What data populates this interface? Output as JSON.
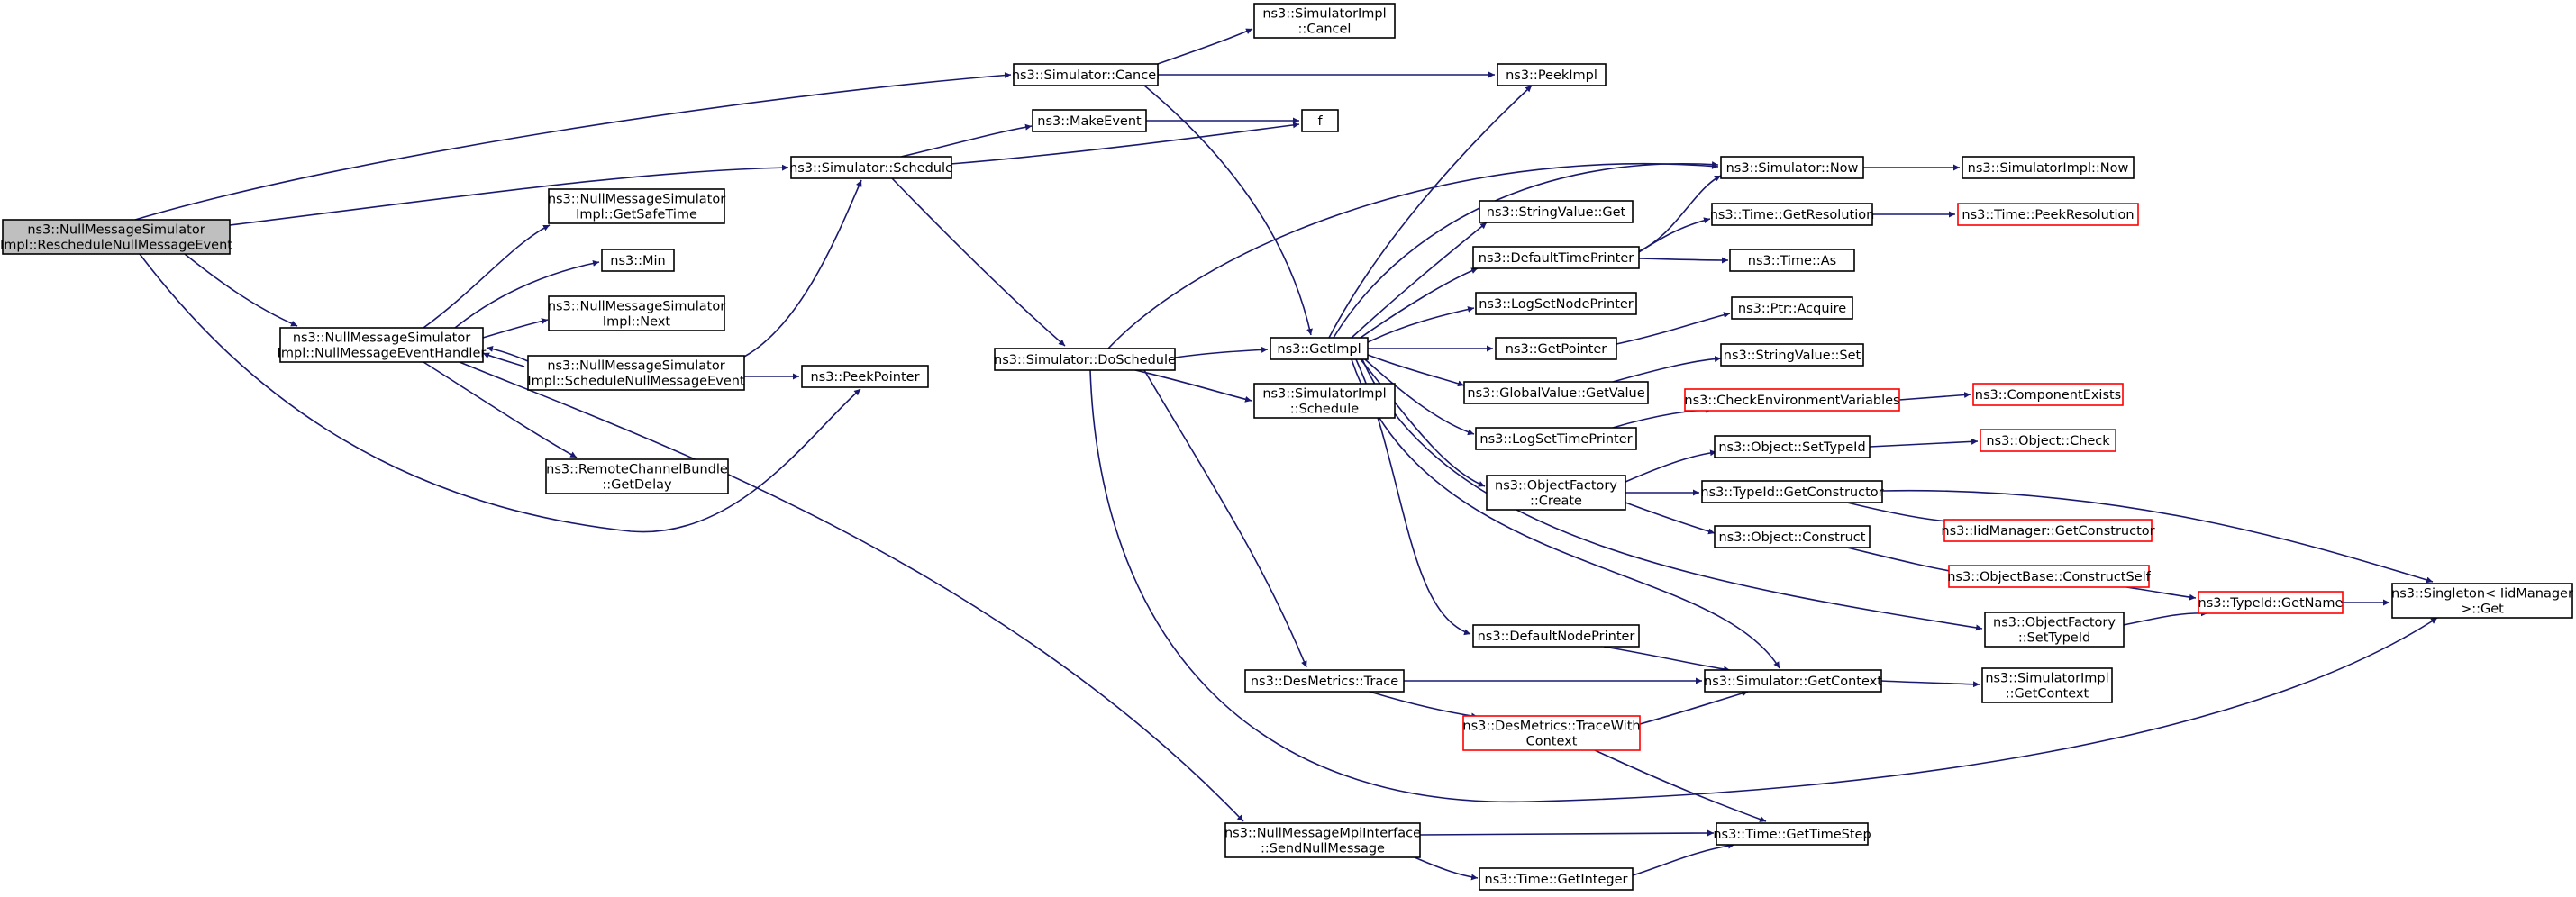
{
  "colors": {
    "edge": "#191970",
    "node_border": "#000000",
    "node_border_highlight": "#ff0000",
    "root_fill": "#bfbfbf",
    "background": "#ffffff"
  },
  "nodes": {
    "root": [
      "ns3::NullMessageSimulator",
      "Impl::RescheduleNullMessageEvent"
    ],
    "simCancel": [
      "ns3::Simulator::Cancel"
    ],
    "simSchedule": [
      "ns3::Simulator::Schedule"
    ],
    "nmEventHandler": [
      "ns3::NullMessageSimulator",
      "Impl::NullMessageEventHandler"
    ],
    "peekPointer": [
      "ns3::PeekPointer"
    ],
    "simImplCancel": [
      "ns3::SimulatorImpl",
      "::Cancel"
    ],
    "peekImpl": [
      "ns3::PeekImpl"
    ],
    "getImpl": [
      "ns3::GetImpl"
    ],
    "makeEvent": [
      "ns3::MakeEvent"
    ],
    "f": [
      "f"
    ],
    "doSchedule": [
      "ns3::Simulator::DoSchedule"
    ],
    "getSafeTime": [
      "ns3::NullMessageSimulator",
      "Impl::GetSafeTime"
    ],
    "min": [
      "ns3::Min"
    ],
    "next": [
      "ns3::NullMessageSimulator",
      "Impl::Next"
    ],
    "scheduleNullMessageEvent": [
      "ns3::NullMessageSimulator",
      "Impl::ScheduleNullMessageEvent"
    ],
    "remoteChannelBundle": [
      "ns3::RemoteChannelBundle",
      "::GetDelay"
    ],
    "sendNullMessage": [
      "ns3::NullMessageMpiInterface",
      "::SendNullMessage"
    ],
    "simNow": [
      "ns3::Simulator::Now"
    ],
    "simImplNow": [
      "ns3::SimulatorImpl::Now"
    ],
    "stringValueGet": [
      "ns3::StringValue::Get"
    ],
    "defaultTimePrinter": [
      "ns3::DefaultTimePrinter"
    ],
    "logSetNodePrinter": [
      "ns3::LogSetNodePrinter"
    ],
    "getPointer": [
      "ns3::GetPointer"
    ],
    "globalValueGetValue": [
      "ns3::GlobalValue::GetValue"
    ],
    "logSetTimePrinter": [
      "ns3::LogSetTimePrinter"
    ],
    "objectFactoryCreate": [
      "ns3::ObjectFactory",
      "::Create"
    ],
    "defaultNodePrinter": [
      "ns3::DefaultNodePrinter"
    ],
    "simImplSchedule": [
      "ns3::SimulatorImpl",
      "::Schedule"
    ],
    "desMetricsTrace": [
      "ns3::DesMetrics::Trace"
    ],
    "desMetricsTraceWithContext": [
      "ns3::DesMetrics::TraceWith",
      "Context"
    ],
    "timeGetResolution": [
      "ns3::Time::GetResolution"
    ],
    "timeAs": [
      "ns3::Time::As"
    ],
    "ptrAcquire": [
      "ns3::Ptr::Acquire"
    ],
    "stringValueSet": [
      "ns3::StringValue::Set"
    ],
    "checkEnvVars": [
      "ns3::CheckEnvironmentVariables"
    ],
    "objectSetTypeId": [
      "ns3::Object::SetTypeId"
    ],
    "typeIdGetConstructor": [
      "ns3::TypeId::GetConstructor"
    ],
    "objectConstruct": [
      "ns3::Object::Construct"
    ],
    "objectFactorySetTypeId": [
      "ns3::ObjectFactory",
      "::SetTypeId"
    ],
    "simGetContext": [
      "ns3::Simulator::GetContext"
    ],
    "timeGetTimeStep": [
      "ns3::Time::GetTimeStep"
    ],
    "timeGetInteger": [
      "ns3::Time::GetInteger"
    ],
    "timePeekResolution": [
      "ns3::Time::PeekResolution"
    ],
    "componentExists": [
      "ns3::ComponentExists"
    ],
    "objectCheck": [
      "ns3::Object::Check"
    ],
    "iidManagerGetConstructor": [
      "ns3::IidManager::GetConstructor"
    ],
    "objectBaseConstructSelf": [
      "ns3::ObjectBase::ConstructSelf"
    ],
    "typeIdGetName": [
      "ns3::TypeId::GetName"
    ],
    "simImplGetContext": [
      "ns3::SimulatorImpl",
      "::GetContext"
    ],
    "singletonGet": [
      "ns3::Singleton< IidManager",
      " >::Get"
    ]
  }
}
